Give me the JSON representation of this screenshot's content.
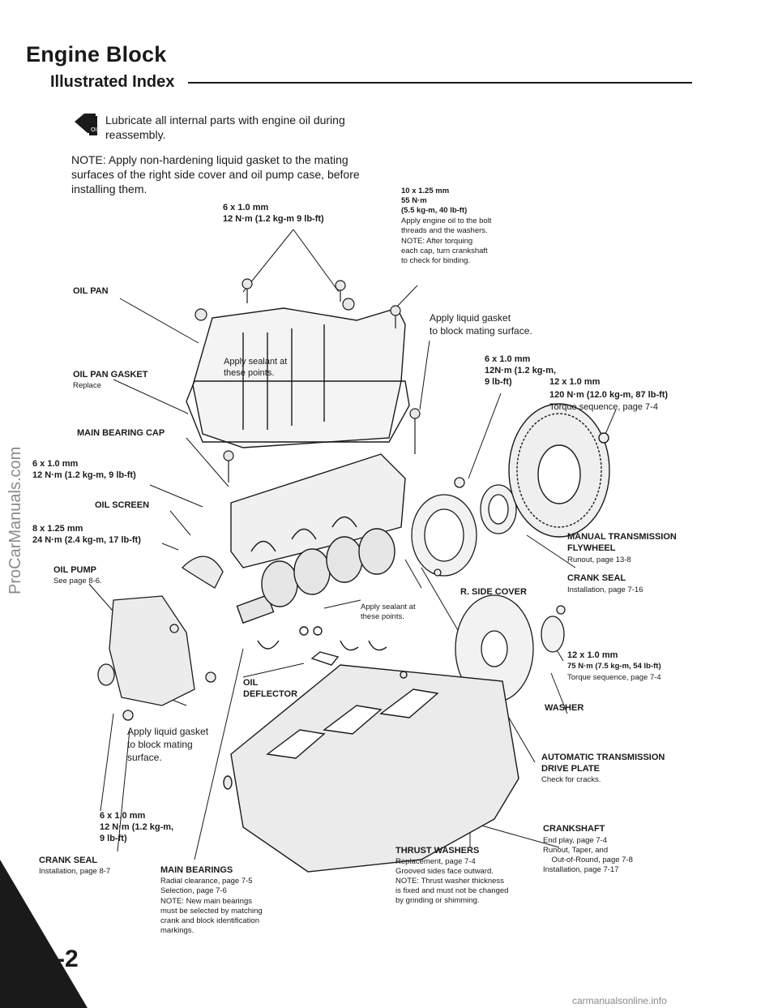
{
  "header": {
    "title": "Engine Block",
    "subtitle": "Illustrated Index"
  },
  "intro": {
    "lubricate": "Lubricate all internal parts with engine oil during reassembly.",
    "note": "NOTE:  Apply non-hardening liquid gasket to the mating surfaces of the right side cover and oil pump case, before installing them."
  },
  "labels": {
    "oil_pan_bolt": {
      "size": "6 x 1.0 mm",
      "torque": "12 N·m (1.2 kg-m 9 lb-ft)"
    },
    "main_cap_bolt": {
      "size": "10 x 1.25 mm",
      "torque1": "55 N·m",
      "torque2": "(5.5 kg-m, 40 lb-ft)",
      "l1": "Apply engine oil to the bolt",
      "l2": "threads and the washers.",
      "l3": "NOTE: After torquing",
      "l4": "each cap, turn crankshaft",
      "l5": "to check for binding."
    },
    "oil_pan": "OIL PAN",
    "oil_pan_gasket": "OIL PAN GASKET",
    "replace": "Replace",
    "sealant_pan": [
      "Apply sealant at",
      "these points."
    ],
    "liquid_gasket_top": [
      "Apply liquid gasket",
      "to block mating surface."
    ],
    "side_cover_bolt": {
      "size": "6 x 1.0 mm",
      "t1": "12N·m (1.2 kg-m,",
      "t2": "9 lb-ft)"
    },
    "flywheel_bolt": {
      "size": "12 x 1.0 mm",
      "torque": "120 N·m (12.0 kg-m, 87 lb-ft)",
      "seq": "Torque sequence, page 7-4"
    },
    "main_bearing_cap": "MAIN BEARING CAP",
    "cap_bolt": {
      "size": "6 x 1.0 mm",
      "torque": "12 N·m (1.2 kg-m, 9 lb-ft)"
    },
    "oil_screen": "OIL SCREEN",
    "screen_bolt": {
      "size": "8 x 1.25 mm",
      "torque": "24 N·m (2.4 kg-m, 17 lb-ft)"
    },
    "oil_pump": "OIL PUMP",
    "oil_pump_ref": "See page 8-6.",
    "manual_flywheel": [
      "MANUAL TRANSMISSION",
      "FLYWHEEL"
    ],
    "runout": "Runout, page 13-8",
    "crank_seal_r": "CRANK SEAL",
    "crank_seal_r_ref": "Installation, page 7-16",
    "r_side_cover": "R. SIDE COVER",
    "sealant_crank": [
      "Apply sealant at",
      "these points."
    ],
    "drive_plate_bolt": {
      "size": "12 x 1.0 mm",
      "torque": "75 N·m (7.5 kg-m, 54 lb-ft)",
      "seq": "Torque sequence, page 7-4"
    },
    "washer": "WASHER",
    "oil_deflector": [
      "OIL",
      "DEFLECTOR"
    ],
    "liquid_gasket_pump": [
      "Apply liquid gasket",
      "to block mating",
      "surface."
    ],
    "at_drive_plate": [
      "AUTOMATIC TRANSMISSION",
      "DRIVE PLATE"
    ],
    "check_cracks": "Check for cracks.",
    "pump_bolt": {
      "size": "6 x 1.0 mm",
      "t1": "12 N·m (1.2 kg-m,",
      "t2": "9 lb-ft)"
    },
    "crankshaft": "CRANKSHAFT",
    "crankshaft_lines": [
      "End play, page 7-4",
      "Runout, Taper, and",
      "    Out-of-Round, page 7-8",
      "Installation, page 7-17"
    ],
    "thrust_washers": "THRUST WASHERS",
    "thrust_lines": [
      "Replacement, page 7-4",
      "Grooved sides face outward.",
      "NOTE: Thrust washer thickness",
      "is fixed and must not be changed",
      "by grinding or shimming."
    ],
    "crank_seal_l": "CRANK SEAL",
    "crank_seal_l_ref": "Installation, page 8-7",
    "main_bearings": "MAIN BEARINGS",
    "main_bearings_lines": [
      "Radial clearance, page 7-5",
      "Selection, page 7-6",
      "NOTE: New main bearings",
      "must be selected by matching",
      "crank and block identification",
      "markings."
    ]
  },
  "page_number": "-2",
  "sidebar": "ProCarManuals.com",
  "footer": "carmanualsonline.info"
}
